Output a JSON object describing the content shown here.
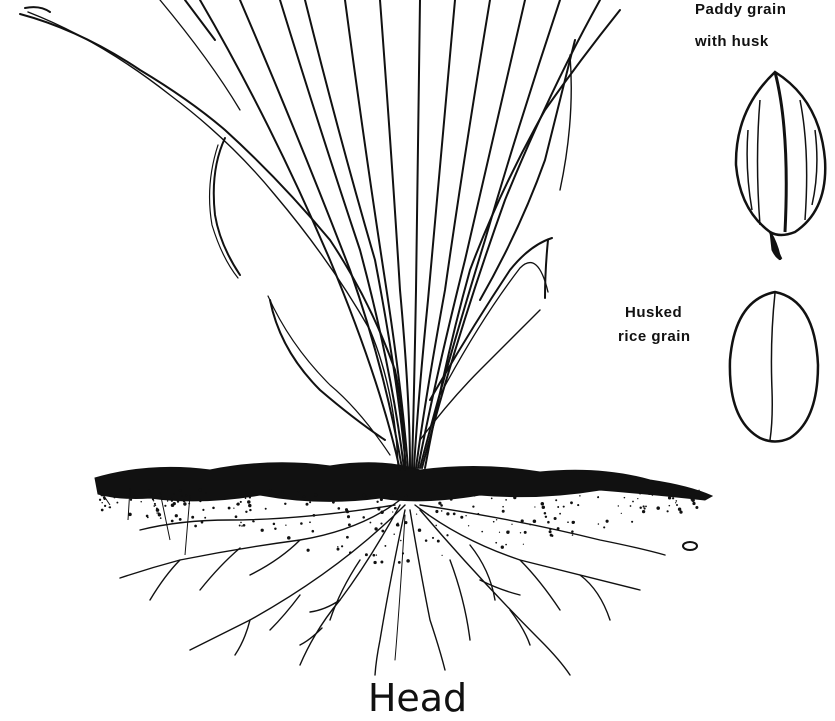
{
  "labels": {
    "paddy_line1": "Paddy grain",
    "paddy_line2": "with husk",
    "husked_line1": "Husked",
    "husked_line2": "rice grain"
  },
  "caption": "Head",
  "colors": {
    "ink": "#111111",
    "background": "#ffffff"
  }
}
